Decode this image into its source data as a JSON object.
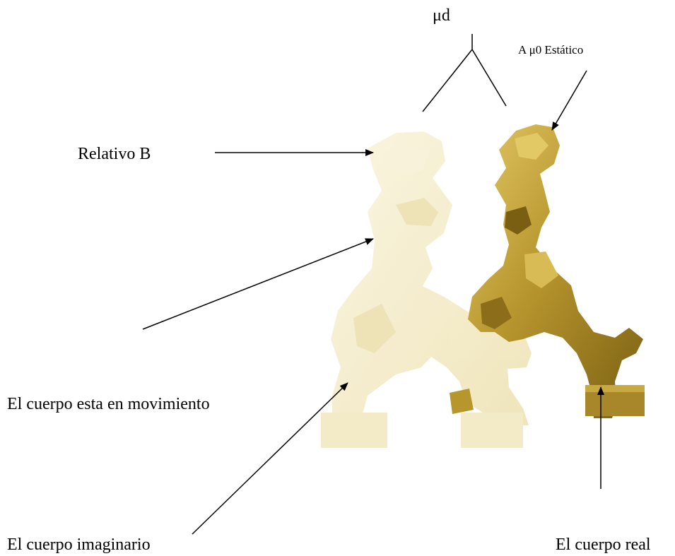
{
  "labels": {
    "mu_d": "μd",
    "a_mu0_static": "A μ0   Estático",
    "relative_b": "Relativo B",
    "body_moving": "El cuerpo esta en movimiento",
    "body_imaginary": "El cuerpo imaginario",
    "body_real": "El cuerpo real"
  },
  "colors": {
    "real_body": "#b8962e",
    "real_body_dark": "#7a5f12",
    "real_body_light": "#e3c866",
    "imaginary_body": "#f4ebc4",
    "imaginary_body_edge": "#e8dba3",
    "arrow": "#000000"
  }
}
